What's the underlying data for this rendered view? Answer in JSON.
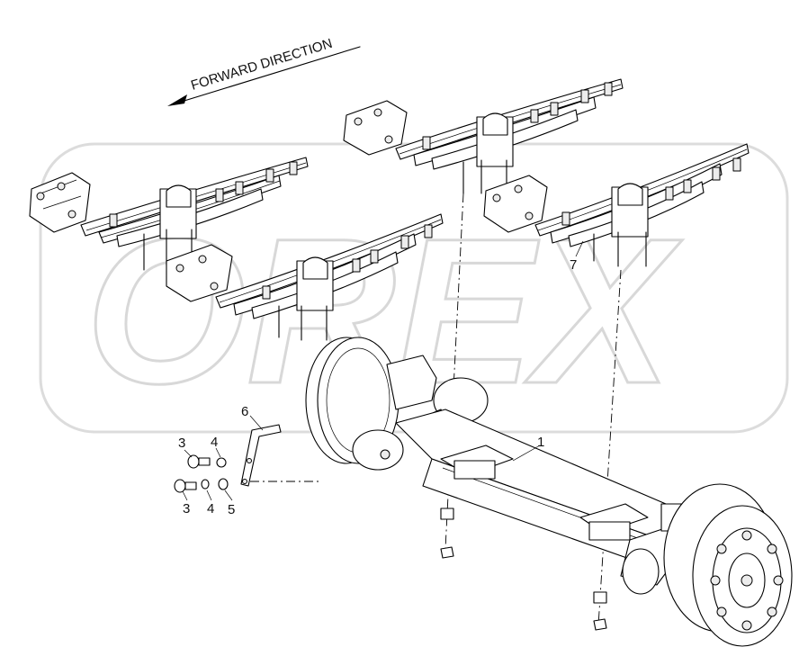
{
  "diagram": {
    "direction_label": "FORWARD DIRECTION",
    "watermark_text": "OREX",
    "callouts": [
      {
        "id": "c1",
        "label": "1"
      },
      {
        "id": "c3a",
        "label": "3"
      },
      {
        "id": "c4a",
        "label": "4"
      },
      {
        "id": "c6",
        "label": "6"
      },
      {
        "id": "c3b",
        "label": "3"
      },
      {
        "id": "c4b",
        "label": "4"
      },
      {
        "id": "c5",
        "label": "5"
      },
      {
        "id": "c7",
        "label": "7"
      }
    ],
    "colors": {
      "line": "#000000",
      "watermark": "#d8d8d8",
      "background": "#ffffff"
    }
  }
}
